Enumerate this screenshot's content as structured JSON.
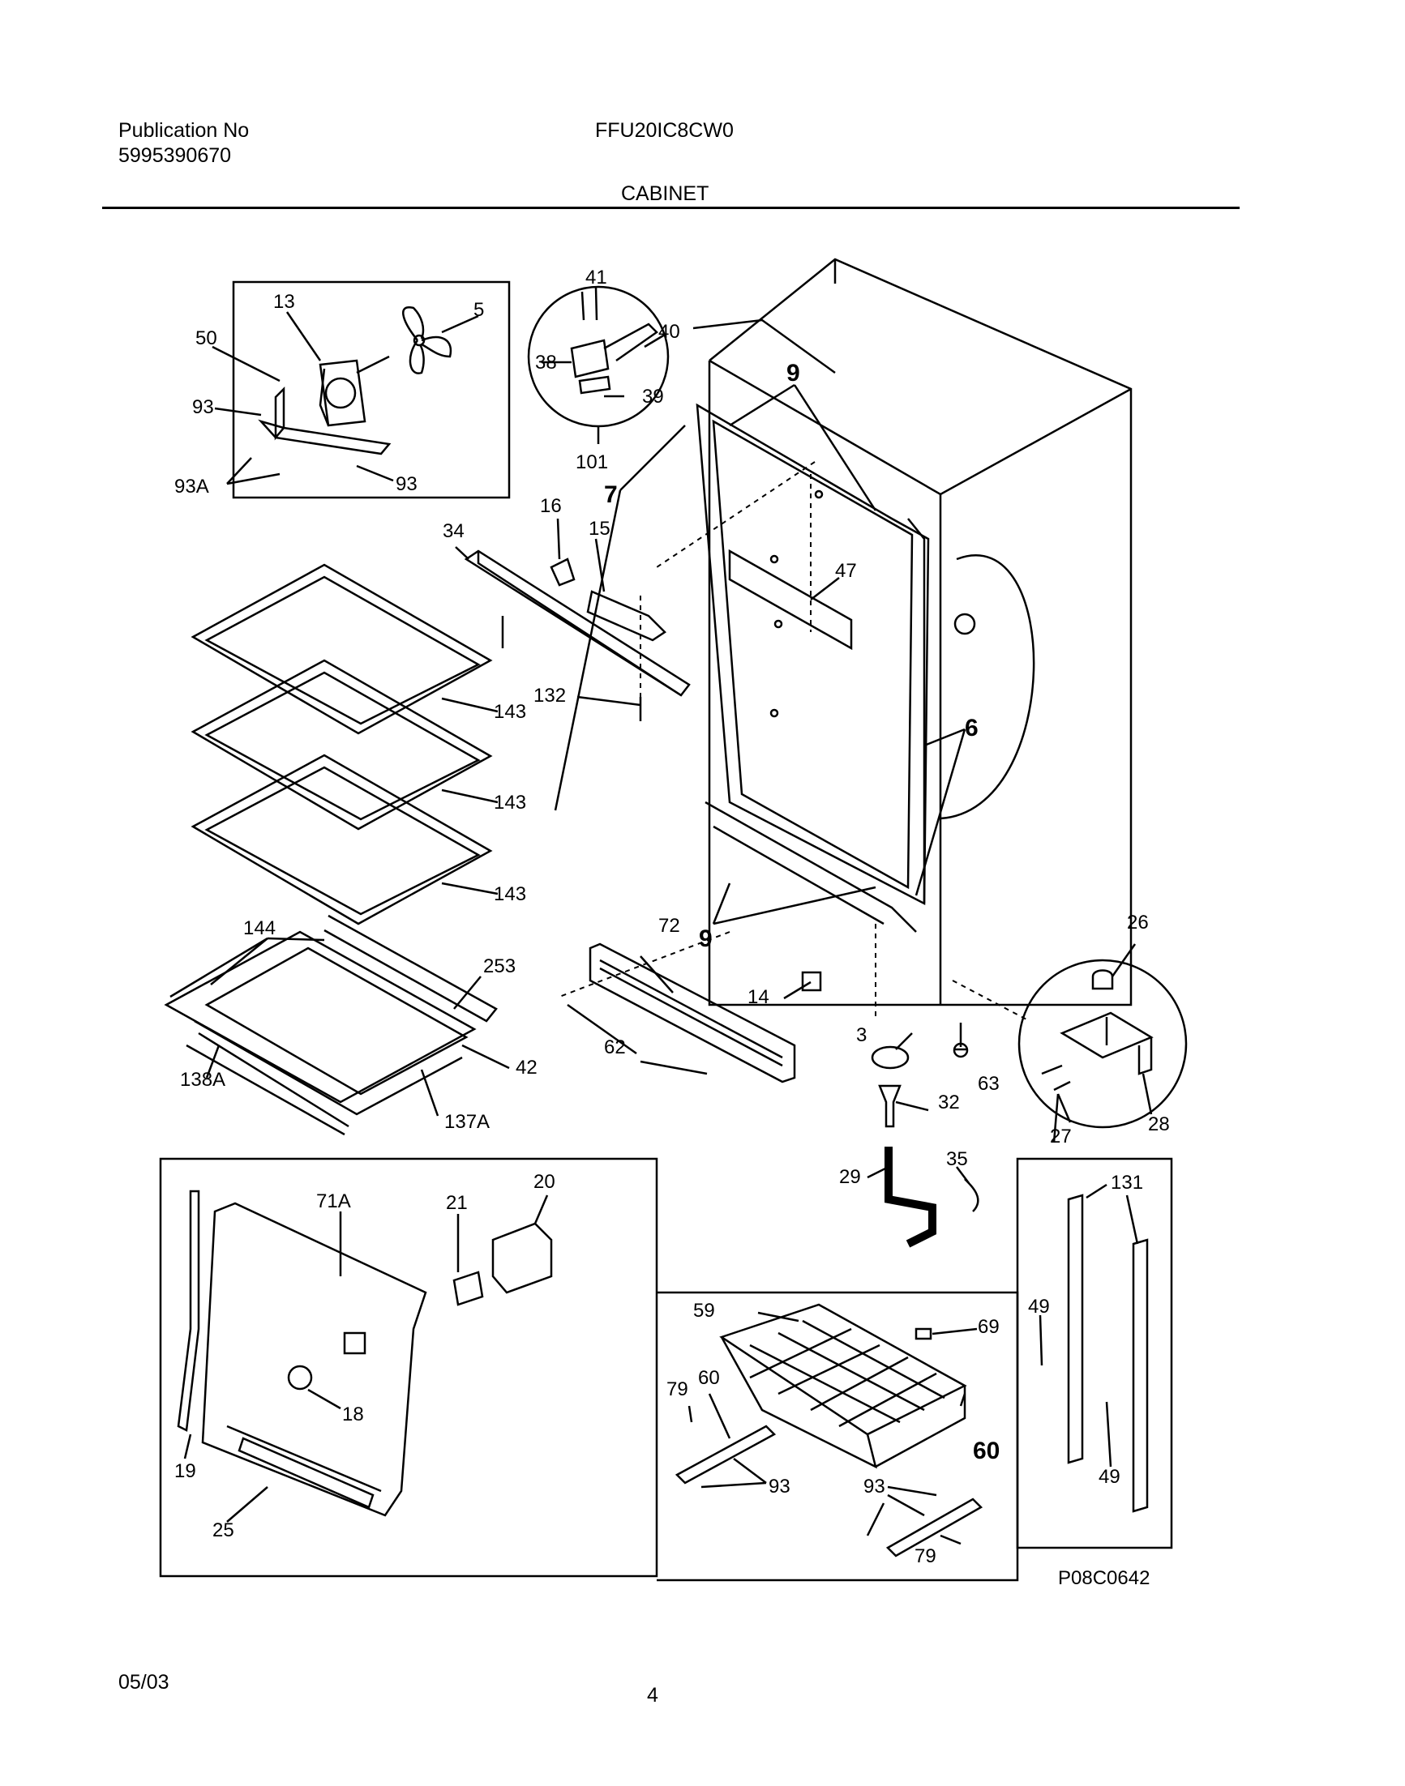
{
  "header": {
    "publication_label": "Publication No",
    "publication_number": "5995390670",
    "model": "FFU20IC8CW0",
    "section": "CABINET"
  },
  "diagram_code": "P08C0642",
  "footer": {
    "date": "05/03",
    "page": "4"
  },
  "part_labels": {
    "fan_motor_box": [
      "13",
      "5",
      "50",
      "93",
      "93A",
      "93"
    ],
    "hinge_top_inset": [
      "41",
      "40",
      "38",
      "39",
      "101"
    ],
    "cabinet": [
      "9",
      "7",
      "47",
      "6",
      "9",
      "72",
      "14",
      "62"
    ],
    "top_left": [
      "34",
      "16",
      "15",
      "132"
    ],
    "shelves": [
      "143",
      "143",
      "143",
      "144",
      "253",
      "42",
      "138A",
      "137A"
    ],
    "hinge_bottom_inset": [
      "26",
      "3",
      "63",
      "32",
      "28",
      "27",
      "29",
      "35"
    ],
    "back_panel_box": [
      "71A",
      "21",
      "20",
      "18",
      "19",
      "25"
    ],
    "basket_box": [
      "59",
      "69",
      "79",
      "60",
      "93",
      "93",
      "60",
      "79"
    ],
    "rails_box": [
      "131",
      "49",
      "49"
    ]
  }
}
